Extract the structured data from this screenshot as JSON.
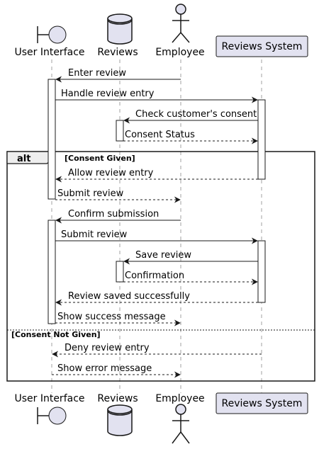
{
  "participants": {
    "ui": {
      "label": "User Interface",
      "icon": "boundary-icon"
    },
    "reviews": {
      "label": "Reviews",
      "icon": "database-icon"
    },
    "employee": {
      "label": "Employee",
      "icon": "actor-icon"
    },
    "system": {
      "label": "Reviews System",
      "icon": "box"
    }
  },
  "messages": [
    "Enter review",
    "Handle review entry",
    "Check customer's consent",
    "Consent Status",
    "Allow review entry",
    "Submit review",
    "Confirm submission",
    "Submit review",
    "Save review",
    "Confirmation",
    "Review saved successfully",
    "Show success message",
    "Deny review entry",
    "Show error message"
  ],
  "fragment": {
    "keyword": "alt",
    "guard1": "[Consent Given]",
    "guard2": "[Consent Not Given]"
  },
  "colors": {
    "participant_fill": "#E2E2F0",
    "participant_stroke": "#181818",
    "lifeline": "#A0A0A0"
  }
}
